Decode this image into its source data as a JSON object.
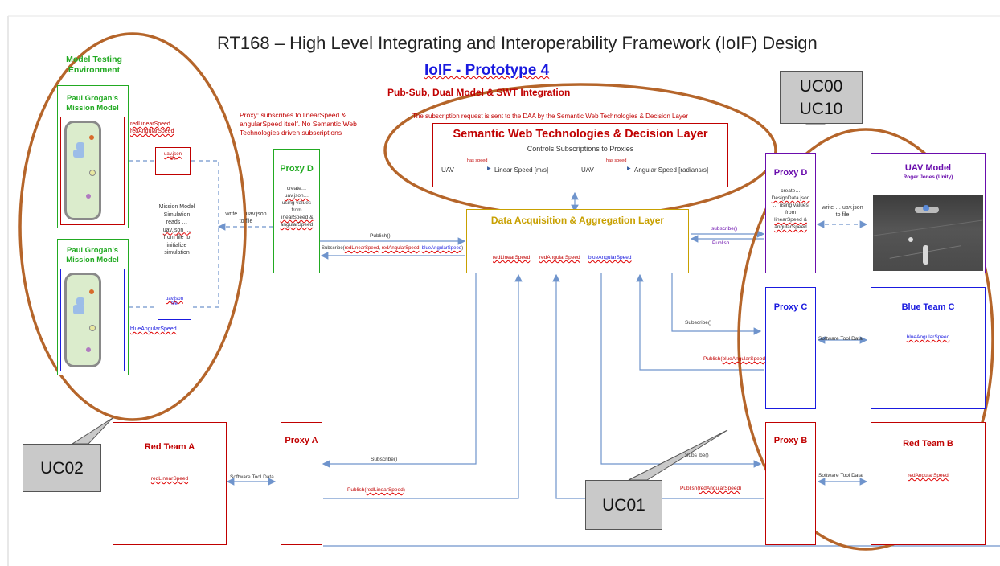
{
  "title": "RT168 – High Level Integrating and Interoperability Framework (IoIF) Design",
  "subtitle": "IoIF - Prototype 4",
  "subtitle2": "Pub-Sub, Dual Model & SWT Integration",
  "note_daa": "The subscription request is sent to the DAA by the Semantic Web Technologies & Decision Layer",
  "note_proxy": [
    "Proxy: subscribes to linearSpeed &",
    "angularSpeed itself. No Semantic Web",
    "Technologies driven subscriptions"
  ],
  "mte": {
    "title_lines": [
      "Model Testing",
      "Environment"
    ]
  },
  "mission_top": {
    "title_lines": [
      "Paul Grogan's",
      "Mission Model"
    ],
    "labels": [
      "redLinearSpeed",
      "redAngularSpeed"
    ],
    "file": [
      "uav.json",
      "file"
    ]
  },
  "mission_bottom": {
    "title_lines": [
      "Paul Grogan's",
      "Mission Model"
    ],
    "label": "blueAngularSpeed",
    "file": [
      "uav.json",
      "file"
    ]
  },
  "mission_sim": [
    "Mission Model",
    "Simulation",
    "reads …",
    "uav.json …",
    "from file to",
    "initialize",
    "simulation"
  ],
  "write_left": [
    "write … uav.json",
    "to file"
  ],
  "proxy_d_left": {
    "title": "Proxy D",
    "lines": [
      "create…",
      "uav.json…",
      "using values",
      "from",
      "linearSpeed &",
      "angularSpeed"
    ]
  },
  "swt": {
    "title": "Semantic Web Technologies & Decision Layer",
    "sub": "Controls Subscriptions to Proxies",
    "rel1": {
      "a": "UAV",
      "edge": "has speed",
      "b": "Linear Speed [m/s]"
    },
    "rel2": {
      "a": "UAV",
      "edge": "has speed",
      "b": "Angular Speed [radians/s]"
    }
  },
  "daa": {
    "title": "Data Acquisition & Aggregation Layer",
    "vars": [
      "redLinearSpeed",
      "redAngularSpeed",
      "blueAngularSpeed"
    ]
  },
  "arrows": {
    "publish_left": "Publish()",
    "subscribe_left": [
      "Subscribe(",
      "redLinearSpeed",
      ", ",
      "redAngularSpeed",
      ", ",
      "blueAngularSpeed",
      ")"
    ],
    "subscribe_d": "subscribe()",
    "publish_d": "Publish",
    "subscribe_c": "Subscribe()",
    "publish_c": [
      "Publish(",
      "blueAngularSpeed",
      ")"
    ],
    "subscribe_a": "Subscribe()",
    "publish_a": [
      "Publish(",
      "redLinearSpeed",
      ")"
    ],
    "subscribe_b": "Subs  ibe()",
    "publish_b": [
      "Publish(",
      "redAngularSpeed",
      ")"
    ]
  },
  "proxy_d_right": {
    "title": "Proxy D",
    "lines": [
      "create…",
      "DesignData.json",
      "… using values",
      "from",
      "linearSpeed &",
      "angularSpeed"
    ]
  },
  "write_right": [
    "write … uav.json",
    "to file"
  ],
  "uav_model": {
    "title": "UAV Model",
    "sub": "Roger Jones (Unity)"
  },
  "proxy_c": {
    "title": "Proxy C"
  },
  "blue_team_c": {
    "title": "Blue Team C",
    "var": "blueAngularSpeed"
  },
  "software_tool_data": "Software Tool Data",
  "red_team_a": {
    "title": "Red Team A",
    "var": "redLinearSpeed"
  },
  "proxy_a": {
    "title": "Proxy A"
  },
  "proxy_b": {
    "title": "Proxy B"
  },
  "red_team_b": {
    "title": "Red Team B",
    "var": "redAngularSpeed"
  },
  "callouts": {
    "uc00": [
      "UC00",
      "UC10"
    ],
    "uc02": "UC02",
    "uc01": "UC01"
  },
  "colors": {
    "red": "#c00000",
    "green": "#22aa22",
    "purple": "#6a0dad",
    "blue": "#1a1adf",
    "gold": "#c8a000",
    "arrow": "#6f94cc",
    "ellipse": "#b5652a"
  }
}
